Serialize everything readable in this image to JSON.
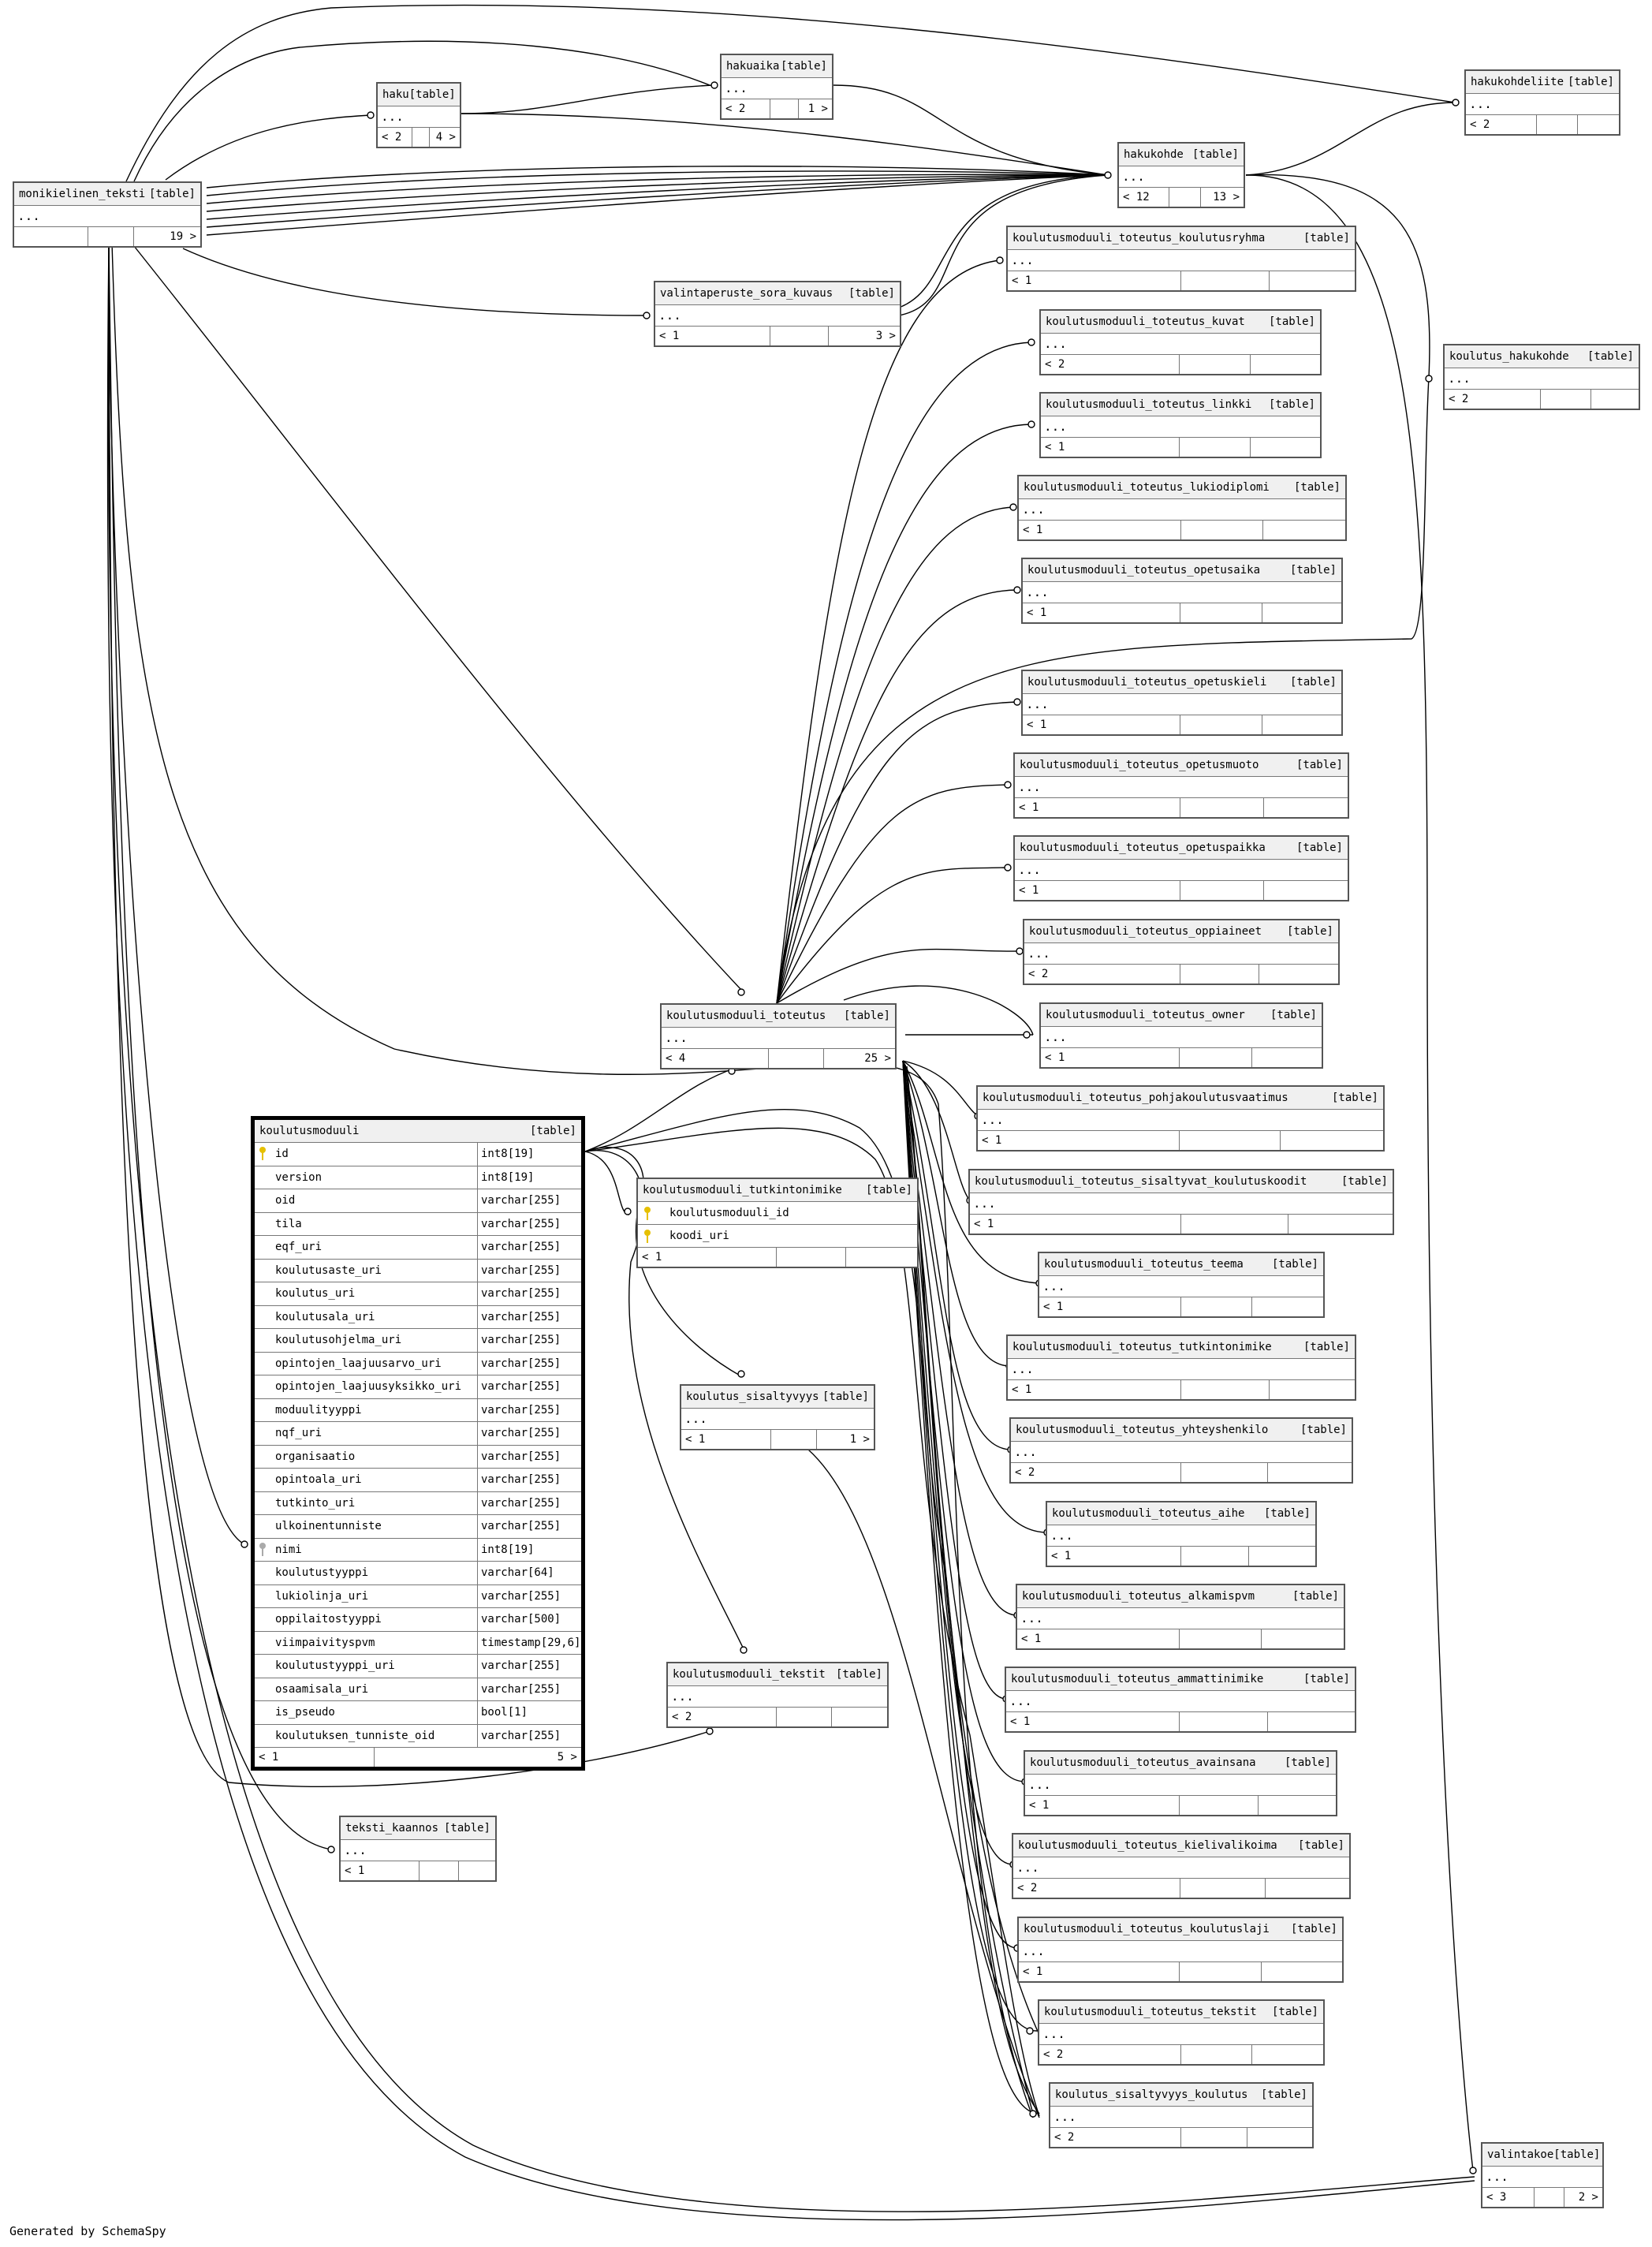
{
  "footer": {
    "generated_by": "Generated by SchemaSpy"
  },
  "kind_label": "[table]",
  "more": "...",
  "tables": {
    "monikielinen_teksti": {
      "name": "monikielinen_teksti",
      "left": "",
      "mid": "",
      "right": "19 >"
    },
    "haku": {
      "name": "haku",
      "left": "< 2",
      "mid": "",
      "right": "4 >"
    },
    "hakuaika": {
      "name": "hakuaika",
      "left": "< 2",
      "mid": "",
      "right": "1 >"
    },
    "hakukohdeliite": {
      "name": "hakukohdeliite",
      "left": "< 2",
      "mid": "",
      "right": ""
    },
    "hakukohde": {
      "name": "hakukohde",
      "left": "< 12",
      "mid": "",
      "right": "13 >"
    },
    "valintaperuste_sora_kuvaus": {
      "name": "valintaperuste_sora_kuvaus",
      "left": "< 1",
      "mid": "",
      "right": "3 >"
    },
    "koulutus_hakukohde": {
      "name": "koulutus_hakukohde",
      "left": "< 2",
      "mid": "",
      "right": ""
    },
    "kt_koulutusryhma": {
      "name": "koulutusmoduuli_toteutus_koulutusryhma",
      "left": "< 1",
      "mid": "",
      "right": ""
    },
    "kt_kuvat": {
      "name": "koulutusmoduuli_toteutus_kuvat",
      "left": "< 2",
      "mid": "",
      "right": ""
    },
    "kt_linkki": {
      "name": "koulutusmoduuli_toteutus_linkki",
      "left": "< 1",
      "mid": "",
      "right": ""
    },
    "kt_lukiodiplomi": {
      "name": "koulutusmoduuli_toteutus_lukiodiplomi",
      "left": "< 1",
      "mid": "",
      "right": ""
    },
    "kt_opetusaika": {
      "name": "koulutusmoduuli_toteutus_opetusaika",
      "left": "< 1",
      "mid": "",
      "right": ""
    },
    "kt_opetuskieli": {
      "name": "koulutusmoduuli_toteutus_opetuskieli",
      "left": "< 1",
      "mid": "",
      "right": ""
    },
    "kt_opetusmuoto": {
      "name": "koulutusmoduuli_toteutus_opetusmuoto",
      "left": "< 1",
      "mid": "",
      "right": ""
    },
    "kt_opetuspaikka": {
      "name": "koulutusmoduuli_toteutus_opetuspaikka",
      "left": "< 1",
      "mid": "",
      "right": ""
    },
    "kt_oppiaineet": {
      "name": "koulutusmoduuli_toteutus_oppiaineet",
      "left": "< 2",
      "mid": "",
      "right": ""
    },
    "koulutusmoduuli_toteutus": {
      "name": "koulutusmoduuli_toteutus",
      "left": "< 4",
      "mid": "",
      "right": "25 >"
    },
    "kt_owner": {
      "name": "koulutusmoduuli_toteutus_owner",
      "left": "< 1",
      "mid": "",
      "right": ""
    },
    "kt_pohjakoulutusvaatimus": {
      "name": "koulutusmoduuli_toteutus_pohjakoulutusvaatimus",
      "left": "< 1",
      "mid": "",
      "right": ""
    },
    "kt_sisaltyvat_koulutuskoodit": {
      "name": "koulutusmoduuli_toteutus_sisaltyvat_koulutuskoodit",
      "left": "< 1",
      "mid": "",
      "right": ""
    },
    "kt_teema": {
      "name": "koulutusmoduuli_toteutus_teema",
      "left": "< 1",
      "mid": "",
      "right": ""
    },
    "kt_tutkintonimike": {
      "name": "koulutusmoduuli_toteutus_tutkintonimike",
      "left": "< 1",
      "mid": "",
      "right": ""
    },
    "kt_yhteyshenkilo": {
      "name": "koulutusmoduuli_toteutus_yhteyshenkilo",
      "left": "< 2",
      "mid": "",
      "right": ""
    },
    "kt_aihe": {
      "name": "koulutusmoduuli_toteutus_aihe",
      "left": "< 1",
      "mid": "",
      "right": ""
    },
    "kt_alkamispvm": {
      "name": "koulutusmoduuli_toteutus_alkamispvm",
      "left": "< 1",
      "mid": "",
      "right": ""
    },
    "kt_ammattinimike": {
      "name": "koulutusmoduuli_toteutus_ammattinimike",
      "left": "< 1",
      "mid": "",
      "right": ""
    },
    "kt_avainsana": {
      "name": "koulutusmoduuli_toteutus_avainsana",
      "left": "< 1",
      "mid": "",
      "right": ""
    },
    "kt_kielivalikoima": {
      "name": "koulutusmoduuli_toteutus_kielivalikoima",
      "left": "< 2",
      "mid": "",
      "right": ""
    },
    "kt_koulutuslaji": {
      "name": "koulutusmoduuli_toteutus_koulutuslaji",
      "left": "< 1",
      "mid": "",
      "right": ""
    },
    "kt_tekstit": {
      "name": "koulutusmoduuli_toteutus_tekstit",
      "left": "< 2",
      "mid": "",
      "right": ""
    },
    "koulutus_sisaltyvyys_koulutus": {
      "name": "koulutus_sisaltyvyys_koulutus",
      "left": "< 2",
      "mid": "",
      "right": ""
    },
    "valintakoe": {
      "name": "valintakoe",
      "left": "< 3",
      "mid": "",
      "right": "2 >"
    },
    "koulutus_sisaltyvyys": {
      "name": "koulutus_sisaltyvyys",
      "left": "< 1",
      "mid": "",
      "right": "1 >"
    },
    "koulutusmoduuli_tekstit": {
      "name": "koulutusmoduuli_tekstit",
      "left": "< 2",
      "mid": "",
      "right": ""
    },
    "teksti_kaannos": {
      "name": "teksti_kaannos",
      "left": "< 1",
      "mid": "",
      "right": ""
    }
  },
  "koulutusmoduuli_tutkintonimike": {
    "name": "koulutusmoduuli_tutkintonimike",
    "columns": [
      "koulutusmoduuli_id",
      "koodi_uri"
    ],
    "left": "< 1",
    "right": ""
  },
  "koulutusmoduuli": {
    "name": "koulutusmoduuli",
    "left": "< 1",
    "right": "5 >",
    "columns": [
      {
        "name": "id",
        "type": "int8[19]",
        "key": "primary"
      },
      {
        "name": "version",
        "type": "int8[19]",
        "key": ""
      },
      {
        "name": "oid",
        "type": "varchar[255]",
        "key": ""
      },
      {
        "name": "tila",
        "type": "varchar[255]",
        "key": ""
      },
      {
        "name": "eqf_uri",
        "type": "varchar[255]",
        "key": ""
      },
      {
        "name": "koulutusaste_uri",
        "type": "varchar[255]",
        "key": ""
      },
      {
        "name": "koulutus_uri",
        "type": "varchar[255]",
        "key": ""
      },
      {
        "name": "koulutusala_uri",
        "type": "varchar[255]",
        "key": ""
      },
      {
        "name": "koulutusohjelma_uri",
        "type": "varchar[255]",
        "key": ""
      },
      {
        "name": "opintojen_laajuusarvo_uri",
        "type": "varchar[255]",
        "key": ""
      },
      {
        "name": "opintojen_laajuusyksikko_uri",
        "type": "varchar[255]",
        "key": ""
      },
      {
        "name": "moduulityyppi",
        "type": "varchar[255]",
        "key": ""
      },
      {
        "name": "nqf_uri",
        "type": "varchar[255]",
        "key": ""
      },
      {
        "name": "organisaatio",
        "type": "varchar[255]",
        "key": ""
      },
      {
        "name": "opintoala_uri",
        "type": "varchar[255]",
        "key": ""
      },
      {
        "name": "tutkinto_uri",
        "type": "varchar[255]",
        "key": ""
      },
      {
        "name": "ulkoinentunniste",
        "type": "varchar[255]",
        "key": ""
      },
      {
        "name": "nimi",
        "type": "int8[19]",
        "key": "foreign"
      },
      {
        "name": "koulutustyyppi",
        "type": "varchar[64]",
        "key": ""
      },
      {
        "name": "lukiolinja_uri",
        "type": "varchar[255]",
        "key": ""
      },
      {
        "name": "oppilaitostyyppi",
        "type": "varchar[500]",
        "key": ""
      },
      {
        "name": "viimpaivityspvm",
        "type": "timestamp[29,6]",
        "key": ""
      },
      {
        "name": "koulutustyyppi_uri",
        "type": "varchar[255]",
        "key": ""
      },
      {
        "name": "osaamisala_uri",
        "type": "varchar[255]",
        "key": ""
      },
      {
        "name": "is_pseudo",
        "type": "bool[1]",
        "key": ""
      },
      {
        "name": "koulutuksen_tunniste_oid",
        "type": "varchar[255]",
        "key": ""
      }
    ]
  }
}
